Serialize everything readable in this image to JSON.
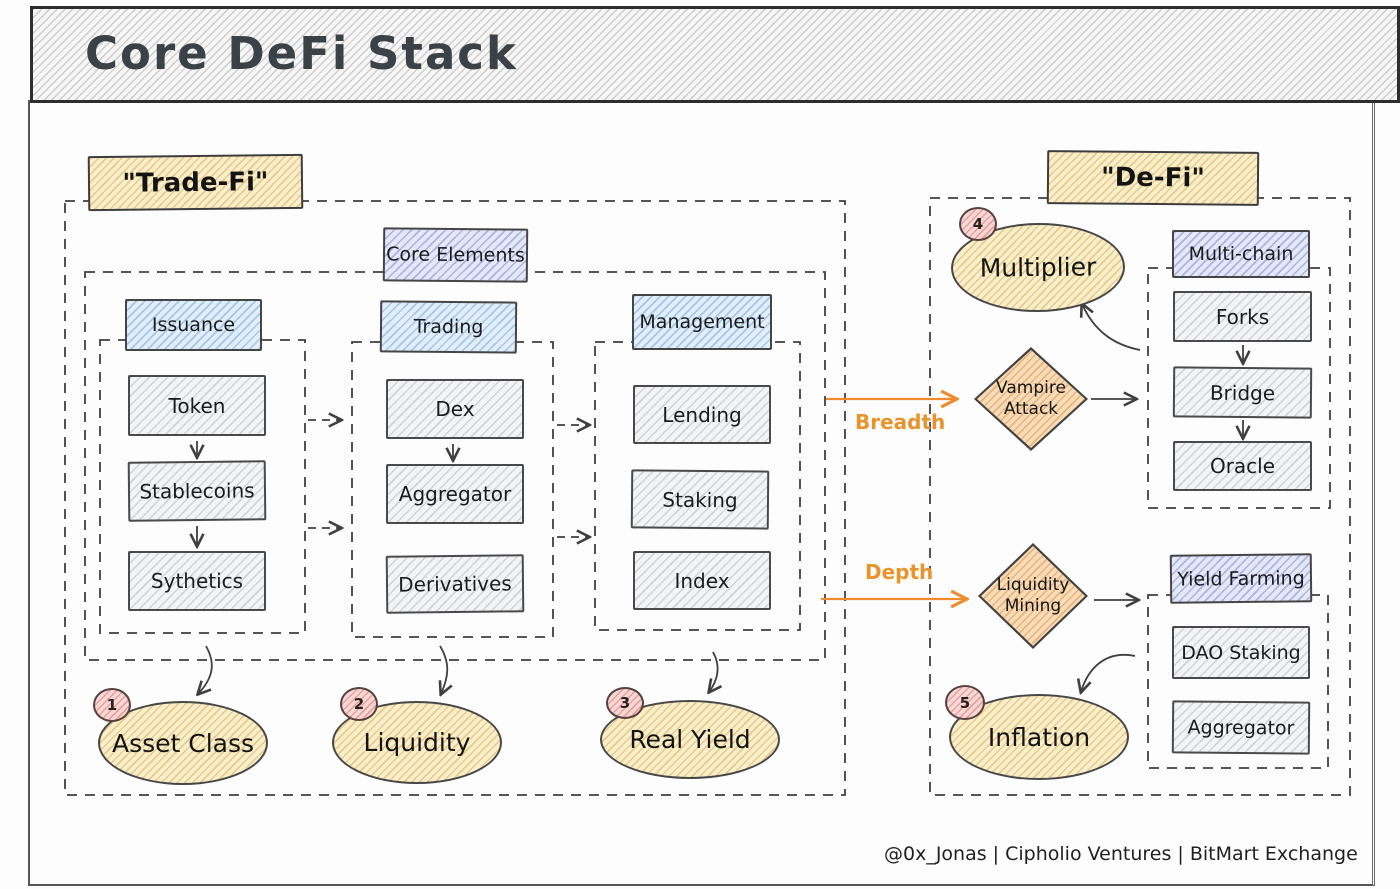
{
  "title": "Core DeFi Stack",
  "footer": "@0x_Jonas | Cipholio Ventures | BitMart Exchange",
  "sections": {
    "tradefi": {
      "label": "\"Trade-Fi\"",
      "core_label": "Core Elements",
      "columns": [
        {
          "header": "Issuance",
          "items": [
            "Token",
            "Stablecoins",
            "Sythetics"
          ]
        },
        {
          "header": "Trading",
          "items": [
            "Dex",
            "Aggregator",
            "Derivatives"
          ]
        },
        {
          "header": "Management",
          "items": [
            "Lending",
            "Staking",
            "Index"
          ]
        }
      ],
      "outcomes": [
        {
          "num": "1",
          "label": "Asset Class"
        },
        {
          "num": "2",
          "label": "Liquidity"
        },
        {
          "num": "3",
          "label": "Real Yield"
        }
      ]
    },
    "flows": {
      "breadth": "Breadth",
      "depth": "Depth"
    },
    "defi": {
      "label": "\"De-Fi\"",
      "nodes": {
        "multiplier": {
          "num": "4",
          "label": "Multiplier"
        },
        "vampire_attack": {
          "label": "Vampire Attack"
        },
        "liquidity_mining": {
          "label": "Liquidity Mining"
        },
        "inflation": {
          "num": "5",
          "label": "Inflation"
        }
      },
      "groups": [
        {
          "header": "Multi-chain",
          "items": [
            "Forks",
            "Bridge",
            "Oracle"
          ]
        },
        {
          "header": "Yield Farming",
          "items": [
            "DAO Staking",
            "Aggregator"
          ]
        }
      ]
    }
  },
  "colors": {
    "accent_orange": "#ef8b2e",
    "yellow_fill": "#faefcd",
    "blue_fill": "#e2effb",
    "periwinkle_fill": "#e4e8f8",
    "grey_fill": "#f3f4f6",
    "diamond_fill": "#f7dcba",
    "pink_badge": "#f8d8d5"
  }
}
